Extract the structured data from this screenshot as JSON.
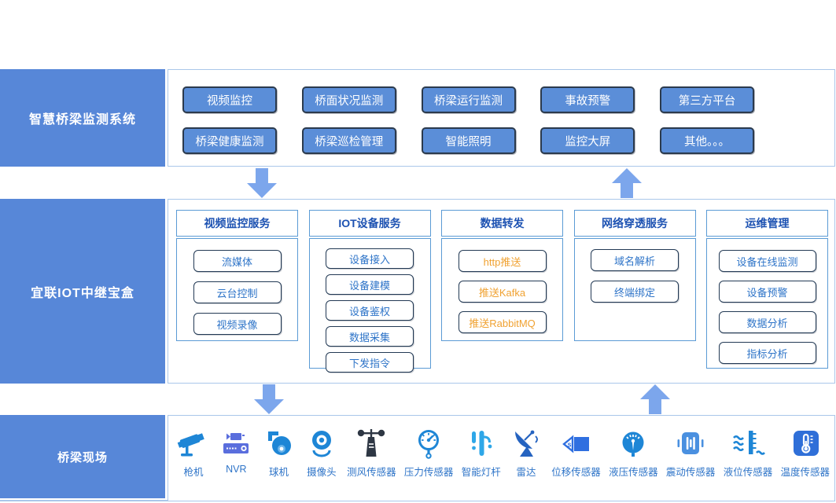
{
  "colors": {
    "band_blue": "#5787d8",
    "button_fill": "#5b8ed8",
    "button_border": "#2b3a4d",
    "band_border": "#aac7ea",
    "column_border": "#5b9bd5",
    "column_header_text": "#1d52b2",
    "item_border": "#233a55",
    "item_text_blue": "#2e74c8",
    "item_text_orange": "#f0a232",
    "arrow": "#7ca6ec",
    "icon_blue": "#1e86d6"
  },
  "top_band": {
    "title": "智慧桥梁监测系统",
    "buttons_row1": [
      "视频监控",
      "桥面状况监测",
      "桥梁运行监测",
      "事故预警",
      "第三方平台"
    ],
    "buttons_row2": [
      "桥梁健康监测",
      "桥梁巡检管理",
      "智能照明",
      "监控大屏",
      "其他。。。"
    ]
  },
  "middle_band": {
    "title": "宜联IOT中继宝盒",
    "columns": [
      {
        "header": "视频监控服务",
        "items": [
          "流媒体",
          "云台控制",
          "视频录像"
        ]
      },
      {
        "header": "IOT设备服务",
        "items": [
          "设备接入",
          "设备建模",
          "设备鉴权",
          "数据采集",
          "下发指令"
        ]
      },
      {
        "header": "数据转发",
        "items": [
          "http推送",
          "推送Kafka",
          "推送RabbitMQ"
        ]
      },
      {
        "header": "网络穿透服务",
        "items": [
          "域名解析",
          "终端绑定"
        ]
      },
      {
        "header": "运维管理",
        "items": [
          "设备在线监测",
          "设备预警",
          "数据分析",
          "指标分析"
        ]
      }
    ]
  },
  "bottom_band": {
    "title": "桥梁现场",
    "devices": [
      {
        "label": "枪机",
        "icon": "bullet-camera-icon"
      },
      {
        "label": "NVR",
        "icon": "nvr-icon"
      },
      {
        "label": "球机",
        "icon": "dome-camera-icon"
      },
      {
        "label": "摄像头",
        "icon": "webcam-icon"
      },
      {
        "label": "测风传感器",
        "icon": "wind-sensor-icon"
      },
      {
        "label": "压力传感器",
        "icon": "pressure-sensor-icon"
      },
      {
        "label": "智能灯杆",
        "icon": "smart-lamp-post-icon"
      },
      {
        "label": "雷达",
        "icon": "radar-icon"
      },
      {
        "label": "位移传感器",
        "icon": "displacement-sensor-icon"
      },
      {
        "label": "液压传感器",
        "icon": "hydraulic-sensor-icon"
      },
      {
        "label": "震动传感器",
        "icon": "vibration-sensor-icon"
      },
      {
        "label": "液位传感器",
        "icon": "liquid-level-sensor-icon"
      },
      {
        "label": "温度传感器",
        "icon": "temperature-sensor-icon"
      }
    ]
  }
}
